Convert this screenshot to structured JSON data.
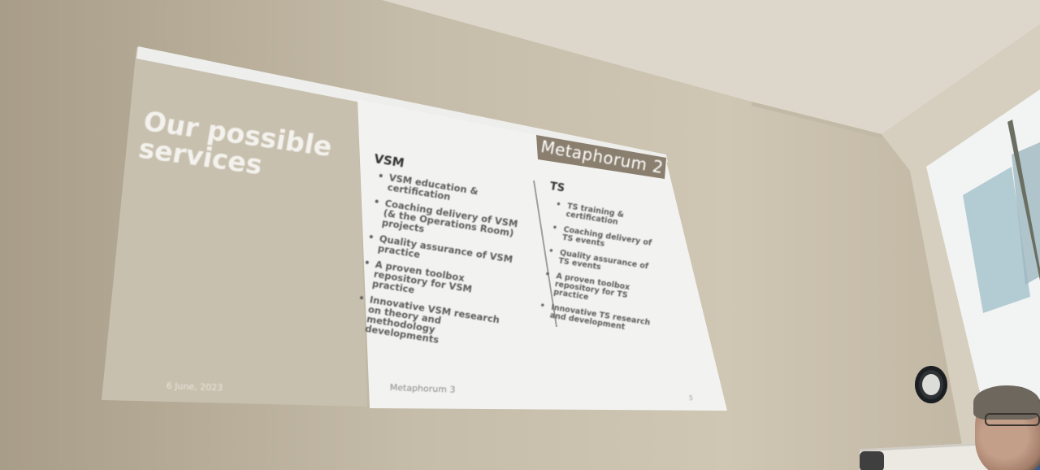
{
  "slide": {
    "title_line1": "Our possible",
    "title_line2": "services",
    "logo": "Metaphorum 2",
    "date": "6 June, 2023",
    "footer": "Metaphorum 3",
    "page_number": "5",
    "vsm": {
      "heading": "VSM",
      "items": [
        "VSM education & certification",
        "Coaching delivery of VSM (& the Operations Room) projects",
        "Quality assurance of VSM practice",
        "A proven toolbox repository for VSM practice",
        "Innovative VSM research on theory and methodology developments"
      ]
    },
    "ts": {
      "heading": "TS",
      "items": [
        "TS training & certification",
        "Coaching delivery of TS events",
        "Quality assurance of TS events",
        "A proven toolbox repository for TS practice",
        "Innovative TS research and development"
      ]
    }
  }
}
